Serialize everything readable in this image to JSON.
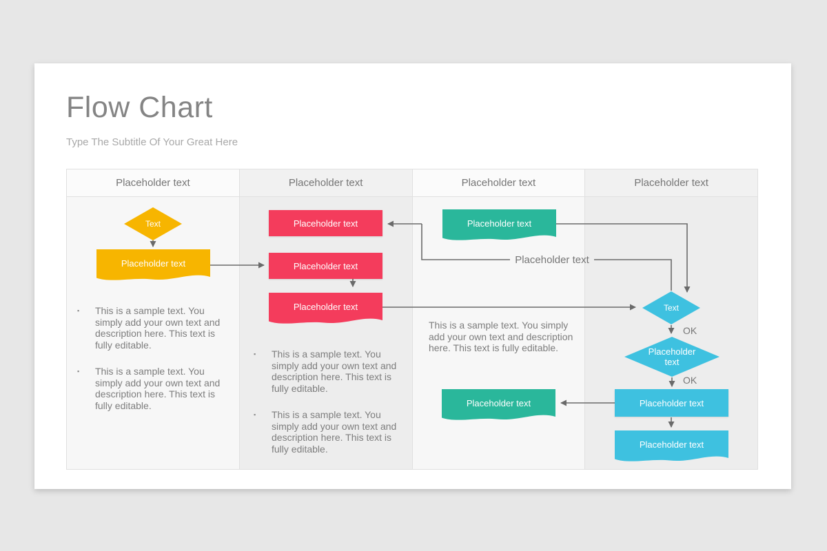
{
  "slide": {
    "title": "Flow Chart",
    "subtitle": "Type The Subtitle Of Your Great Here"
  },
  "table": {
    "headers": [
      "Placeholder text",
      "Placeholder text",
      "Placeholder text",
      "Placeholder text"
    ]
  },
  "flow": {
    "col1": {
      "diamond": "Text",
      "flag": "Placeholder text",
      "bullets": [
        "This is a sample text. You simply add your own text and description here. This text is fully editable.",
        "This is a sample text. You simply add your own text and description here. This text is fully editable."
      ]
    },
    "col2": {
      "box1": "Placeholder text",
      "box2": "Placeholder text",
      "flag": "Placeholder text",
      "bullets": [
        "This is a sample text. You simply add your own text and description here. This text is fully editable.",
        "This is a sample text. You simply add your own text and description here. This text is fully editable."
      ]
    },
    "col3": {
      "flag_top": "Placeholder text",
      "connector_label": "Placeholder text",
      "paragraph": "This is a sample text. You simply add your own text and description here. This text is fully editable.",
      "flag_bottom": "Placeholder text"
    },
    "col4": {
      "diamond1": "Text",
      "ok1": "OK",
      "diamond2": "Placeholder text",
      "ok2": "OK",
      "box1": "Placeholder text",
      "flag": "Placeholder text"
    }
  },
  "colors": {
    "yellow": "#F7B500",
    "pink": "#F43C5C",
    "teal": "#2AB79B",
    "blue": "#3EC1E0",
    "line": "#6a6a6a"
  }
}
